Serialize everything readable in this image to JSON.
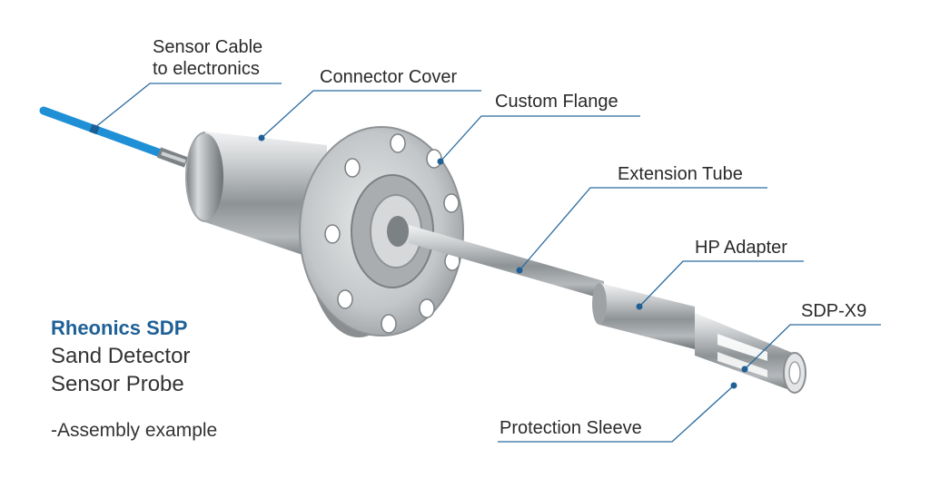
{
  "labels": {
    "sensor_cable_line1": "Sensor Cable",
    "sensor_cable_line2": "to electronics",
    "connector_cover": "Connector Cover",
    "custom_flange": "Custom Flange",
    "extension_tube": "Extension Tube",
    "hp_adapter": "HP Adapter",
    "sdp_x9": "SDP-X9",
    "protection_sleeve": "Protection Sleeve"
  },
  "title": {
    "brand": "Rheonics SDP",
    "line1": "Sand Detector",
    "line2": "Sensor Probe"
  },
  "note": "-Assembly example",
  "colors": {
    "accent": "#1f6096",
    "cable": "#1f8fd6",
    "callout_line": "#2a6a9e",
    "steel": "#b8bcc0"
  }
}
